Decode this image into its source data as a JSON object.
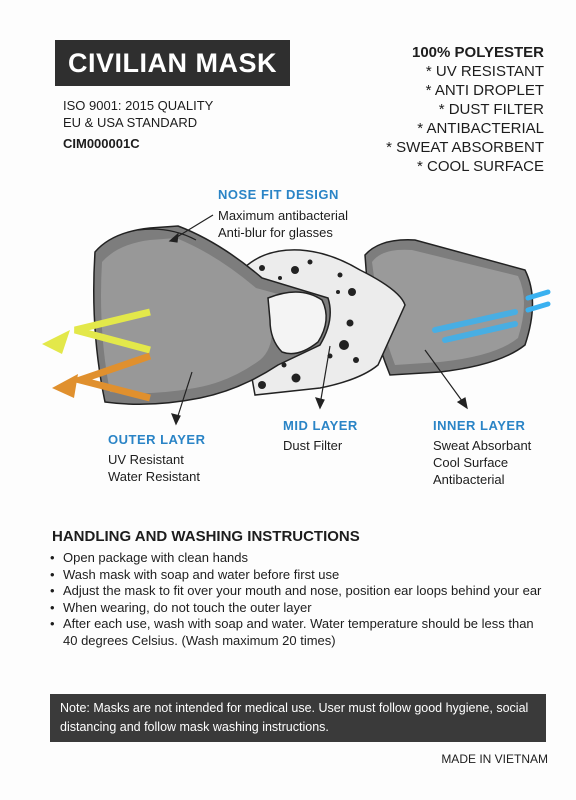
{
  "header": {
    "title": "CIVILIAN MASK",
    "standards": [
      "ISO 9001: 2015 QUALITY",
      "EU & USA STANDARD"
    ],
    "code": "CIM000001C"
  },
  "features": {
    "material": "100% POLYESTER",
    "items": [
      "* UV RESISTANT",
      "* ANTI DROPLET",
      "* DUST FILTER",
      "* ANTIBACTERIAL",
      "* SWEAT ABSORBENT",
      "* COOL SURFACE"
    ]
  },
  "diagram": {
    "nose_fit": {
      "title": "NOSE FIT DESIGN",
      "lines": [
        "Maximum antibacterial",
        "Anti-blur for glasses"
      ]
    },
    "outer_layer": {
      "title": "OUTER LAYER",
      "lines": [
        "UV Resistant",
        "Water Resistant"
      ]
    },
    "mid_layer": {
      "title": "MID LAYER",
      "lines": [
        "Dust Filter"
      ]
    },
    "inner_layer": {
      "title": "INNER LAYER",
      "lines": [
        "Sweat Absorbant",
        "Cool Surface",
        "Antibacterial"
      ]
    }
  },
  "instructions": {
    "title": "HANDLING AND WASHING INSTRUCTIONS",
    "items": [
      "Open package with clean hands",
      "Wash mask with soap and water before first use",
      "Adjust the mask to fit over your mouth and nose, position ear loops behind your ear",
      "When wearing, do not touch the outer layer",
      "After each use, wash with soap and water. Water temperature should be less than 40 degrees Celsius. (Wash maximum 20 times)"
    ]
  },
  "note": "Note: Masks are not intended for medical use. User must follow good hygiene, social distancing and follow mask washing instructions.",
  "footer": {
    "made_in": "MADE IN VIETNAM"
  },
  "colors": {
    "accent_blue": "#2a84c6",
    "arrow_yellow": "#e3e84a",
    "arrow_orange": "#e0902e",
    "dark_box": "#2f2f2f"
  }
}
